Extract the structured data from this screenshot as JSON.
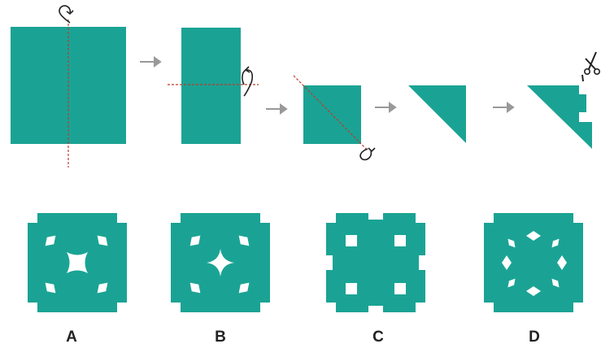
{
  "colors": {
    "paper": "#1aa394",
    "fold_line": "#c0392b",
    "arrow": "#999999",
    "ink": "#222222"
  },
  "steps": [
    {
      "shape": "rectangle",
      "fold": "vertical-center"
    },
    {
      "shape": "tall-rectangle",
      "fold": "horizontal-center"
    },
    {
      "shape": "square",
      "fold": "diagonal"
    },
    {
      "shape": "right-triangle",
      "fold": "none"
    },
    {
      "shape": "right-triangle-cut",
      "fold": "none",
      "tool": "scissors-icon"
    }
  ],
  "options": [
    {
      "label": "A"
    },
    {
      "label": "B"
    },
    {
      "label": "C"
    },
    {
      "label": "D"
    }
  ]
}
